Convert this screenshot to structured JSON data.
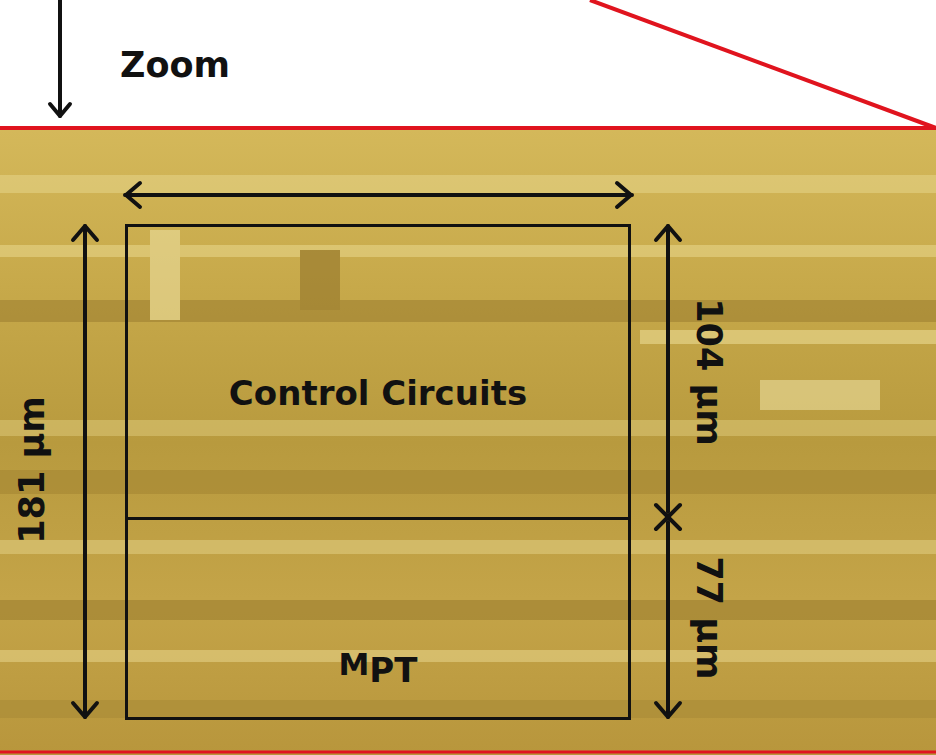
{
  "diagram": {
    "nodes": [
      {
        "text": [
          "Control Circuits"
        ]
      },
      {
        "text": [
          "MPT"
        ]
      }
    ],
    "labels": [
      "Zoom",
      "181 μm",
      "104 μm",
      "77 μm"
    ]
  }
}
